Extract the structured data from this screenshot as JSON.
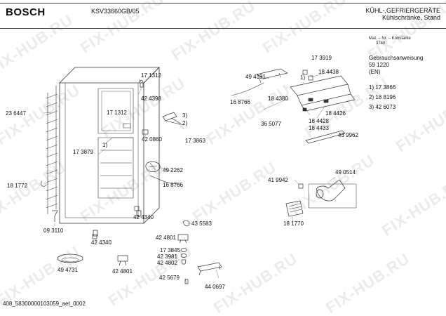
{
  "header": {
    "brand": "BOSCH",
    "model": "KSV33660GB/05",
    "title_line1": "KÜHL-,GEFRIERGERÄTE",
    "title_line2": "Kühlschränke, Stand"
  },
  "info_panel": {
    "constant_label": "Mat. – Nr. – Konstante",
    "constant_value": "3740",
    "doc_label": "Gebrauchsanweisung",
    "doc_number": "59 1220",
    "doc_lang": "(EN)",
    "variants": [
      "1) 17 3866",
      "2) 18 8196",
      "3) 42 6073"
    ]
  },
  "part_labels": [
    "17 1312",
    "42 4398",
    "17 1312",
    "23 6447",
    "42 0860",
    "17 3863",
    "3)",
    "2)",
    "17 3879",
    "1)",
    "49 2262",
    "16 8766",
    "18 1772",
    "42 4340",
    "09 3110",
    "42 4340",
    "49 4731",
    "42 4801",
    "43 5583",
    "42 4801",
    "17 3845",
    "42 3981",
    "42 4802",
    "42 5679",
    "44 0697",
    "17 3919",
    "49 4181",
    "1)",
    "18 4438",
    "16 8766",
    "18 4380",
    "36 5077",
    "18 4426",
    "18 4428",
    "18 4433",
    "43 9962",
    "41 9942",
    "49 0514",
    "18 1770"
  ],
  "watermark": [
    "FIX-HUB.RU"
  ],
  "footer": "408_58300000103059_aet_0002"
}
